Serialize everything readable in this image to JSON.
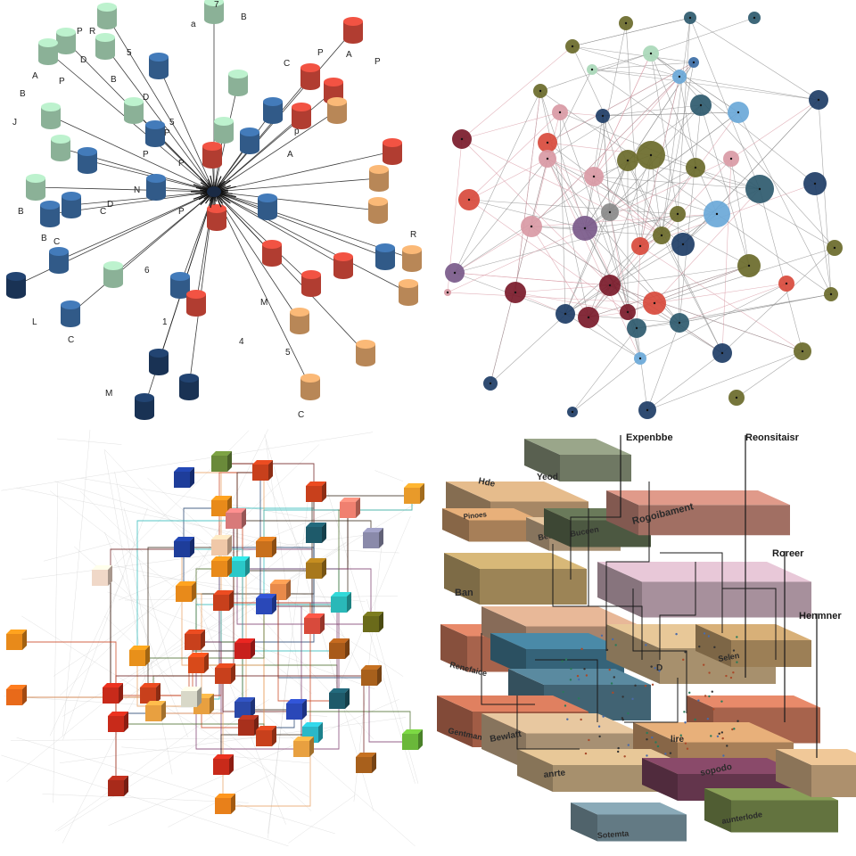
{
  "colors": {
    "green": "#a9d8b8",
    "blue": "#3c6ea6",
    "red": "#d84a3c",
    "tan": "#e0a56a",
    "navy": "#1e3d66",
    "maroon": "#7a1a2a",
    "purple": "#7a5a8a",
    "olive": "#6a6a2a",
    "slate": "#2e5a6e",
    "sky": "#6aa8d8",
    "edgePink": "#d99aa5",
    "edgeGray": "#8a8a8a",
    "cubeEdge": "#6a2a1a"
  },
  "panel1": {
    "labels": [
      "7",
      "B",
      "a",
      "P",
      "R",
      "D",
      "5",
      "C",
      "P",
      "A",
      "P",
      "A",
      "P",
      "B",
      "D",
      "A",
      "P",
      "5",
      "B",
      "J",
      "C",
      "P",
      "B",
      "N",
      "D",
      "B",
      "C",
      "P",
      "6",
      "R",
      "L",
      "C",
      "1",
      "4",
      "M",
      "5",
      "M",
      "C",
      "P",
      "p"
    ]
  },
  "panel4": {
    "blocks": [
      "Yeod",
      "Hde",
      "Pinoes",
      "Bestter",
      "Buceen",
      "Rogoibament",
      "Ban",
      "Renefaice",
      "Gentmanter",
      "Bewlatt",
      "D",
      "Selen",
      "lire",
      "anrte",
      "sopodo",
      "Sotemta",
      "aunterlode"
    ],
    "callouts": [
      "Expenbbe",
      "Reonsitaisr",
      "Roreer",
      "Henmner"
    ]
  }
}
